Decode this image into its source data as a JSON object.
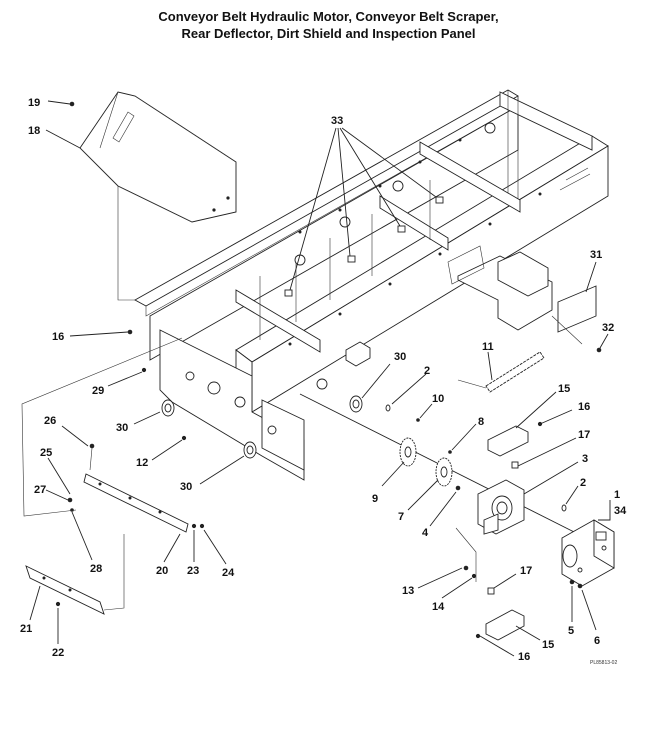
{
  "title": {
    "line1": "Conveyor Belt Hydraulic Motor, Conveyor Belt Scraper,",
    "line2": "Rear Deflector, Dirt Shield and Inspection Panel"
  },
  "callouts": {
    "c1": "1",
    "c2a": "2",
    "c2b": "2",
    "c3": "3",
    "c4": "4",
    "c5": "5",
    "c6": "6",
    "c7": "7",
    "c8": "8",
    "c9": "9",
    "c10": "10",
    "c11": "11",
    "c12": "12",
    "c13": "13",
    "c14": "14",
    "c15a": "15",
    "c15b": "15",
    "c16a": "16",
    "c16b": "16",
    "c16c": "16",
    "c17a": "17",
    "c17b": "17",
    "c18": "18",
    "c19": "19",
    "c20": "20",
    "c21": "21",
    "c22": "22",
    "c23": "23",
    "c24": "24",
    "c25": "25",
    "c26": "26",
    "c27": "27",
    "c28": "28",
    "c29": "29",
    "c30a": "30",
    "c30b": "30",
    "c30c": "30",
    "c31": "31",
    "c32": "32",
    "c33": "33",
    "c34": "34"
  },
  "drawing_code": "PL85813-02"
}
